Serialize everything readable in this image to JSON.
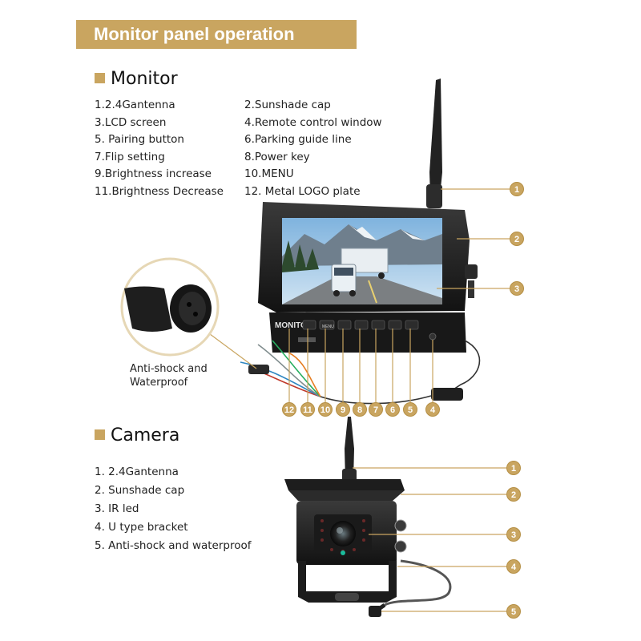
{
  "banner": {
    "title": "Monitor panel operation"
  },
  "monitor": {
    "heading": "Monitor",
    "parts_left": [
      "1.2.4Gantenna",
      "3.LCD screen",
      "5. Pairing button",
      "7.Flip setting",
      "9.Brightness increase",
      "11.Brightness Decrease"
    ],
    "parts_right": [
      "2.Sunshade cap",
      "4.Remote control window",
      "6.Parking guide line",
      "8.Power key",
      "10.MENU",
      "12. Metal LOGO plate"
    ],
    "screen_brand": "MONITOR",
    "menu_button": "MENU",
    "connector_caption": [
      "Anti-shock and",
      "Waterproof"
    ],
    "side_callouts": [
      "1",
      "2",
      "3"
    ],
    "bottom_callouts": [
      "12",
      "11",
      "10",
      "9",
      "8",
      "7",
      "6",
      "5",
      "4"
    ]
  },
  "camera": {
    "heading": "Camera",
    "parts": [
      "1. 2.4Gantenna",
      "2. Sunshade cap",
      "3. IR led",
      "4. U type bracket",
      "5. Anti-shock and waterproof"
    ],
    "callouts": [
      "1",
      "2",
      "3",
      "4",
      "5"
    ]
  },
  "colors": {
    "accent": "#c9a560",
    "frame": "#1e1e1e",
    "sky": "#9cc6e6",
    "mountain": "#5e6e7e"
  }
}
